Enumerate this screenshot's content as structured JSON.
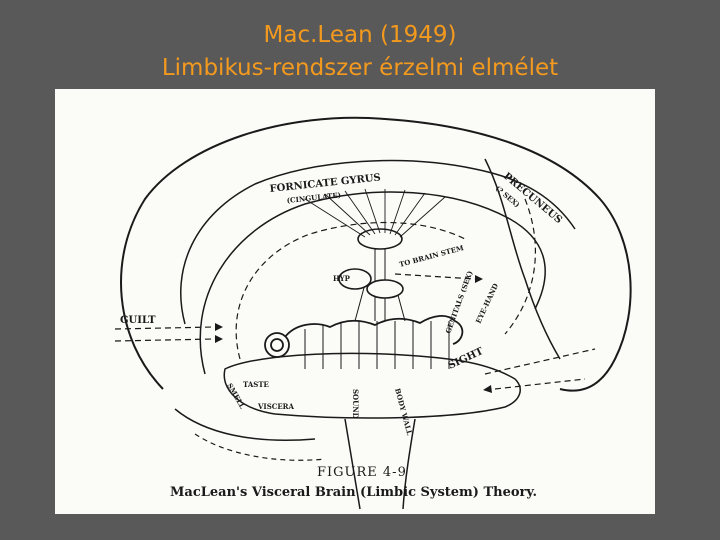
{
  "slide": {
    "title_line1": "Mac.Lean (1949)",
    "title_line2": "Limbikus-rendszer érzelmi elmélet"
  },
  "figure": {
    "labels": {
      "fornicate": "FORNICATE GYRUS",
      "cingulate": "(CINGULATE)",
      "precuneus": "PRECUNEUS",
      "sex_upper": "(? SEX)",
      "hyp": "HYP",
      "brain_stem": "TO BRAIN STEM",
      "guilt": "GUILT",
      "smell": "SMELL",
      "taste": "TASTE",
      "viscera": "VISCERA",
      "sound": "SOUND",
      "body_wall": "BODY WALL",
      "genitals_sex": "GENITALS (SEX)",
      "sight": "SIGHT",
      "eyes_hand": "EYE-HAND"
    },
    "caption_number": "FIGURE 4-9",
    "caption_title": "MacLean's Visceral Brain (Limbic System) Theory."
  }
}
